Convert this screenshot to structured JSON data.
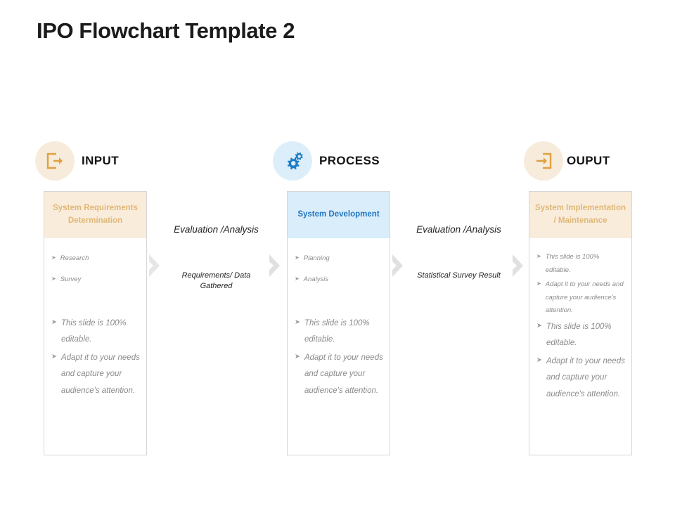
{
  "slide": {
    "title": "IPO Flowchart Template 2"
  },
  "columns": [
    {
      "id": "input",
      "label": "INPUT",
      "icon": "arrow-out-icon",
      "circle_color": "#f7ecdc",
      "icon_color": "#e0a040"
    },
    {
      "id": "process",
      "label": "PROCESS",
      "icon": "gears-icon",
      "circle_color": "#ddeefb",
      "icon_color": "#1f7ec4"
    },
    {
      "id": "ouput",
      "label": "OUPUT",
      "icon": "arrow-in-icon",
      "circle_color": "#f7ecdc",
      "icon_color": "#e0a040"
    }
  ],
  "cards": [
    {
      "id": "input",
      "header": "System Requirements Determination",
      "header_bg": "#f9ecdb",
      "header_color": "#e0b878",
      "bullets_small": [
        "Research",
        "Survey"
      ],
      "bullets_main": [
        "This slide is 100% editable.",
        "Adapt it to your needs and capture your audience's attention."
      ]
    },
    {
      "id": "process",
      "header": "System Development",
      "header_bg": "#d9edfb",
      "header_color": "#1f75c0",
      "bullets_small": [
        "Planning",
        "Analysis"
      ],
      "bullets_main": [
        "This slide is 100% editable.",
        "Adapt it to your needs and capture your audience's attention."
      ]
    },
    {
      "id": "output",
      "header": "System Implementation / Maintenance",
      "header_bg": "#f9ecdb",
      "header_color": "#e0b878",
      "bullets_small": [
        "This slide is 100% editable.",
        "Adapt it to your needs and capture your audience's attention."
      ],
      "bullets_main": [
        "This slide is 100% editable.",
        "Adapt it to your needs and capture your audience's attention."
      ]
    }
  ],
  "connectors": [
    {
      "id": "connector-1",
      "top_text": "Evaluation /Analysis",
      "bottom_text": "Requirements/ Data Gathered"
    },
    {
      "id": "connector-2",
      "top_text": "Evaluation /Analysis",
      "bottom_text": "Statistical Survey Result"
    }
  ],
  "arrows": {
    "glyph": "chevron-right-icon",
    "color": "#e3e3e3"
  }
}
